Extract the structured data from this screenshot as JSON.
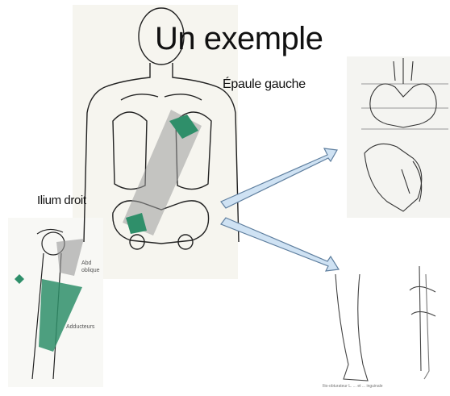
{
  "slide": {
    "title": "Un exemple",
    "label_shoulder": "Épaule gauche",
    "label_ilium": "Ilium droit"
  },
  "figures": {
    "leg_label_upper": "Abd oblique",
    "leg_label_lower": "Adducteurs"
  },
  "caption": "Ilio-obturateur L. ... et ... inguinale",
  "colors": {
    "muscle_green": "#2f8f6a",
    "band_gray": "#9a9a9a",
    "arrow_fill": "#cfe2f3",
    "arrow_stroke": "#5f7f9f",
    "line": "#222222"
  }
}
